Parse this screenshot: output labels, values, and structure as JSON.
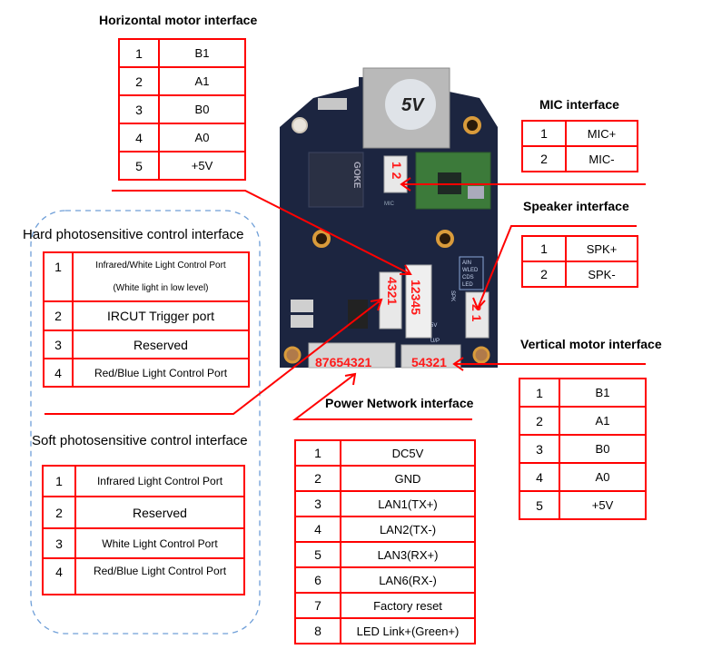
{
  "colors": {
    "accent": "#ff0000",
    "dashed_group": "#6f9fd8",
    "pcb": "#1c2540"
  },
  "horizontal_motor": {
    "title": "Horizontal motor interface",
    "rows": [
      {
        "pin": "1",
        "signal": "B1"
      },
      {
        "pin": "2",
        "signal": "A1"
      },
      {
        "pin": "3",
        "signal": "B0"
      },
      {
        "pin": "4",
        "signal": "A0"
      },
      {
        "pin": "5",
        "signal": "+5V"
      }
    ]
  },
  "mic": {
    "title": "MIC interface",
    "rows": [
      {
        "pin": "1",
        "signal": "MIC+"
      },
      {
        "pin": "2",
        "signal": "MIC-"
      }
    ]
  },
  "speaker": {
    "title": "Speaker interface",
    "rows": [
      {
        "pin": "1",
        "signal": "SPK+"
      },
      {
        "pin": "2",
        "signal": "SPK-"
      }
    ]
  },
  "vertical_motor": {
    "title": "Vertical motor interface",
    "rows": [
      {
        "pin": "1",
        "signal": "B1"
      },
      {
        "pin": "2",
        "signal": "A1"
      },
      {
        "pin": "3",
        "signal": "B0"
      },
      {
        "pin": "4",
        "signal": "A0"
      },
      {
        "pin": "5",
        "signal": "+5V"
      }
    ]
  },
  "hard_photo": {
    "title": "Hard photosensitive control interface",
    "rows": [
      {
        "pin": "1",
        "signal": "Infrared/White Light Control Port",
        "note": "(White light in low level)"
      },
      {
        "pin": "2",
        "signal": "IRCUT Trigger port"
      },
      {
        "pin": "3",
        "signal": "Reserved"
      },
      {
        "pin": "4",
        "signal": "Red/Blue Light Control Port"
      }
    ]
  },
  "soft_photo": {
    "title": "Soft photosensitive control interface",
    "rows": [
      {
        "pin": "1",
        "signal": "Infrared Light Control Port"
      },
      {
        "pin": "2",
        "signal": "Reserved"
      },
      {
        "pin": "3",
        "signal": "White Light Control Port"
      },
      {
        "pin": "4",
        "signal": "Red/Blue Light Control Port"
      }
    ]
  },
  "power_network": {
    "title": "Power Network interface",
    "rows": [
      {
        "pin": "1",
        "signal": "DC5V"
      },
      {
        "pin": "2",
        "signal": "GND"
      },
      {
        "pin": "3",
        "signal": "LAN1(TX+)"
      },
      {
        "pin": "4",
        "signal": "LAN2(TX-)"
      },
      {
        "pin": "5",
        "signal": "LAN3(RX+)"
      },
      {
        "pin": "6",
        "signal": "LAN6(RX-)"
      },
      {
        "pin": "7",
        "signal": "Factory reset"
      },
      {
        "pin": "8",
        "signal": "LED Link+(Green+)"
      }
    ]
  },
  "pcb": {
    "sd_label": "5V",
    "chip_brand": "GOKE",
    "silk_mic": "MIC",
    "silk_group": [
      "AIN",
      "WLED",
      "CDS",
      "LED"
    ],
    "silk_spk": "SPK",
    "silk_5v": "5V",
    "silk_up": "U/P",
    "connector_mic": "1 2",
    "connector_hmotor": "12345",
    "connector_photo": "4321",
    "connector_spk": "2 1",
    "connector_power": "87654321",
    "connector_vmotor": "54321"
  }
}
